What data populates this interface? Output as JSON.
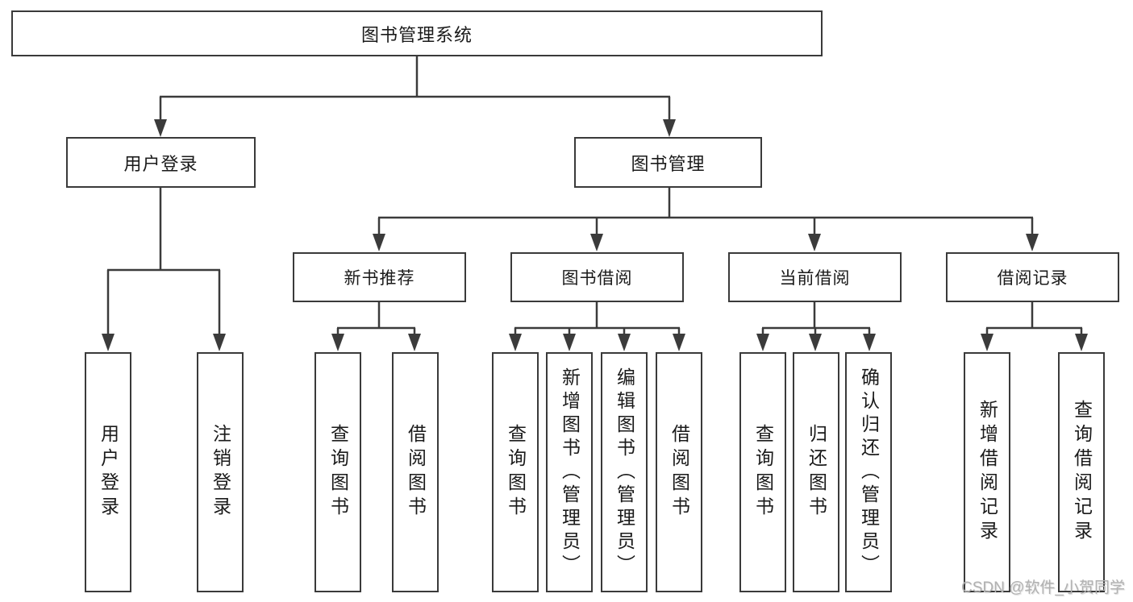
{
  "nodes": {
    "root": "图书管理系统",
    "level2": [
      "用户登录",
      "图书管理"
    ],
    "login_children": [
      "用户登录",
      "注销登录"
    ],
    "mgmt_children": [
      "新书推荐",
      "图书借阅",
      "当前借阅",
      "借阅记录"
    ],
    "recommend_children": [
      "查询图书",
      "借阅图书"
    ],
    "borrow_children": [
      "查询图书",
      "新增图书（管理员）",
      "编辑图书（管理员）",
      "借阅图书"
    ],
    "current_children": [
      "查询图书",
      "归还图书",
      "确认归还（管理员）"
    ],
    "record_children": [
      "新增借阅记录",
      "查询借阅记录"
    ]
  },
  "watermark": {
    "text": "CSDN @软件_小贺同学"
  },
  "colors": {
    "line": "#3b3b3b",
    "box_border": "#3a3a3a",
    "text": "#1a1a1a",
    "watermark": "#b1b1b1",
    "background": "#ffffff"
  }
}
